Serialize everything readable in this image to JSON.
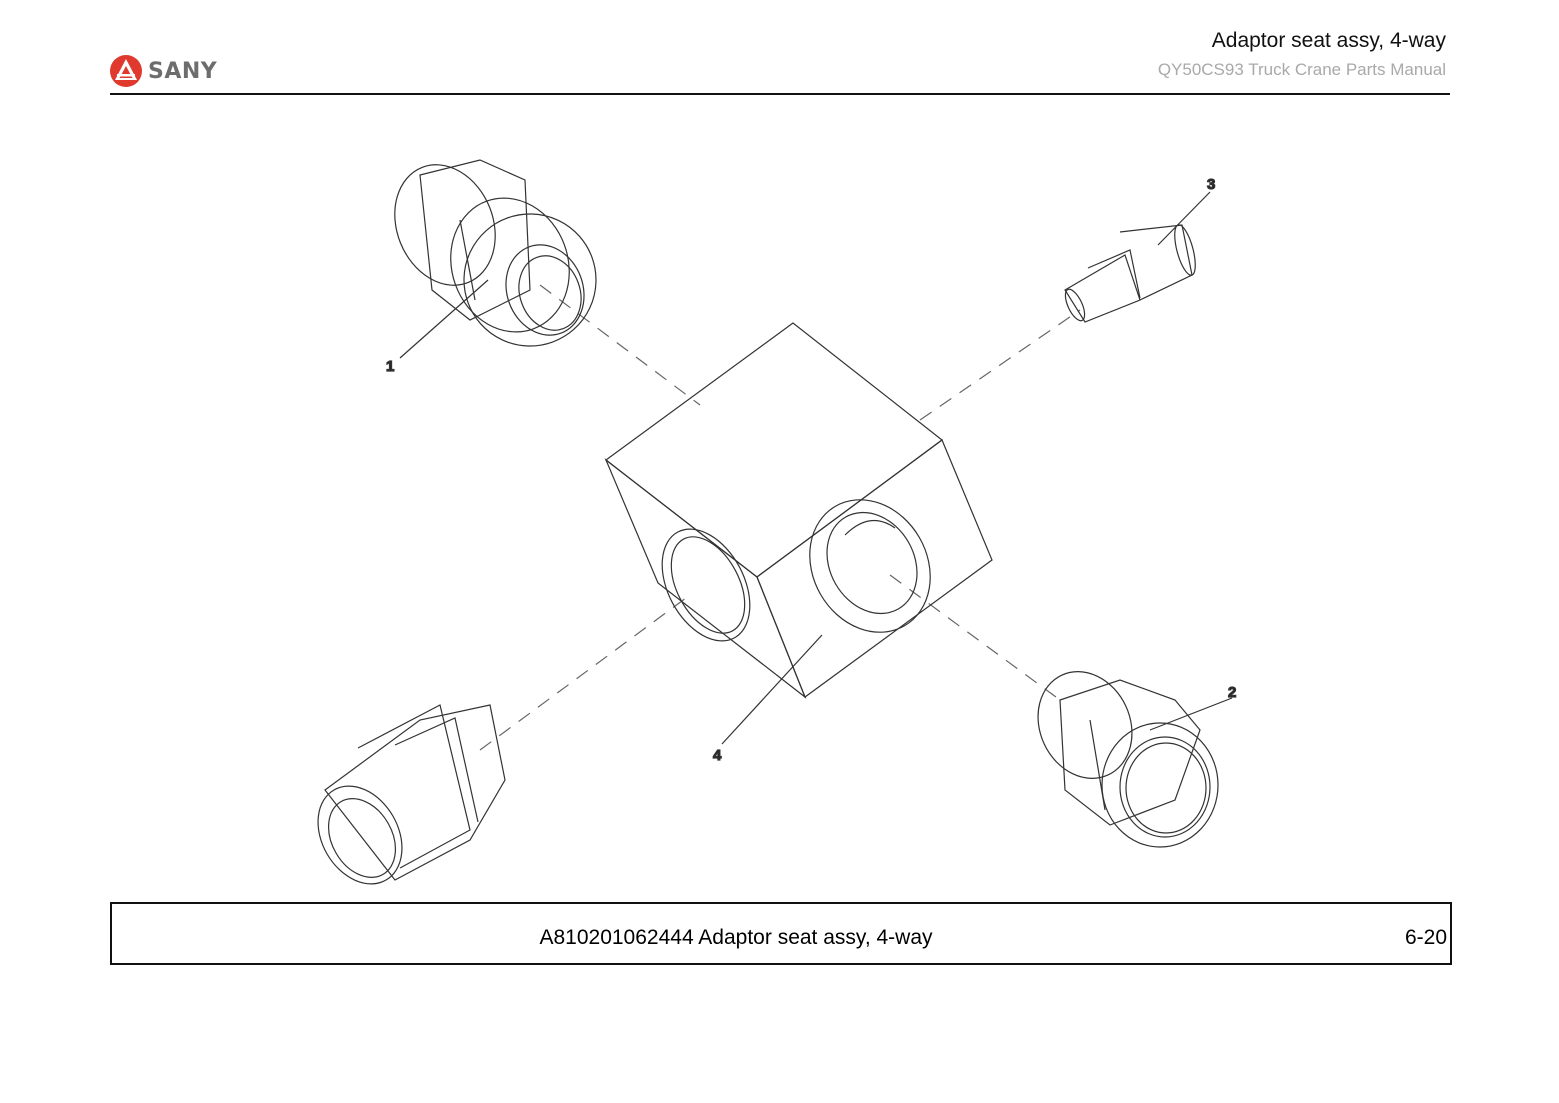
{
  "header": {
    "brand": "SANY",
    "title": "Adaptor seat assy, 4-way",
    "subtitle": "QY50CS93 Truck Crane  Parts Manual"
  },
  "drawing": {
    "callouts": [
      "1",
      "2",
      "3",
      "4"
    ]
  },
  "footer": {
    "caption": "A810201062444 Adaptor seat assy, 4-way",
    "page_number": "6-20"
  },
  "colors": {
    "logo_red": "#e03a2f",
    "line": "#333333",
    "subtitle_gray": "#a9a9a9"
  }
}
